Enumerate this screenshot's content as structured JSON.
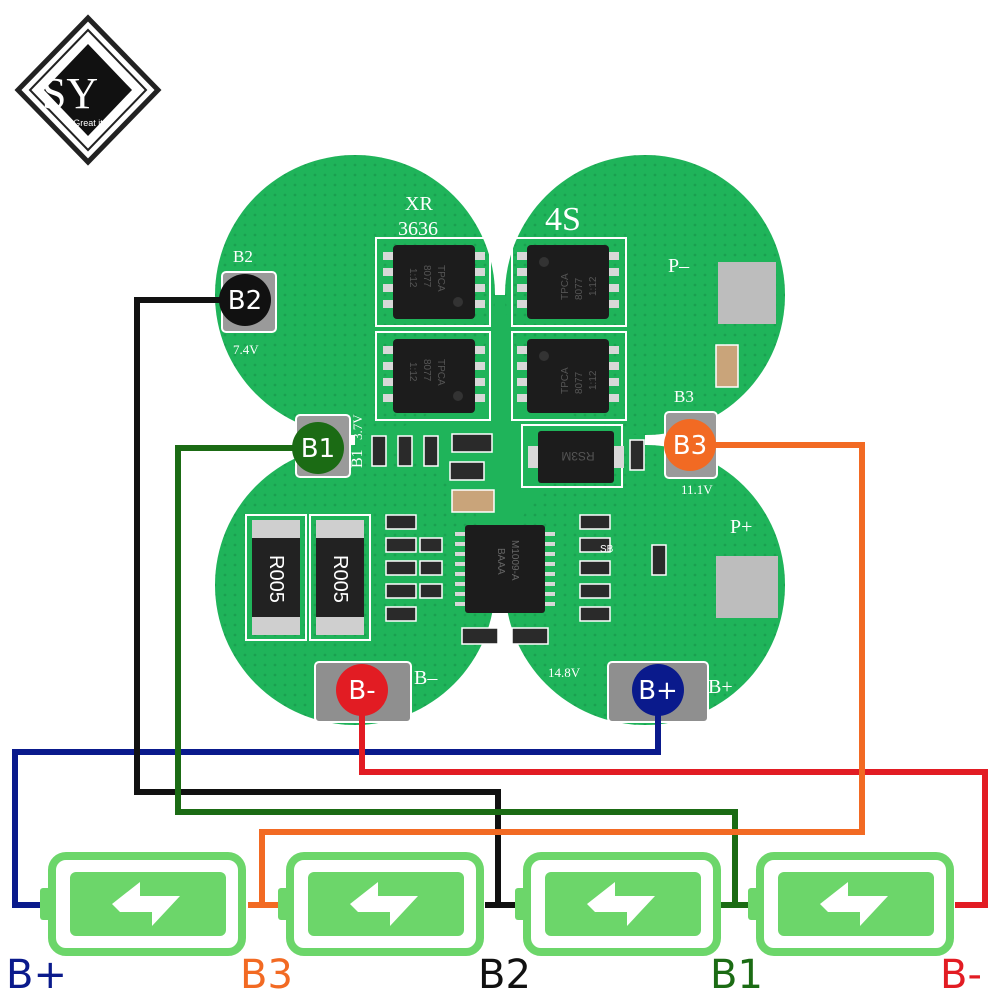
{
  "logo": {
    "letters": "SY",
    "tagline": "Great it"
  },
  "board": {
    "brand": "XR",
    "model": "3636",
    "series": "4S",
    "mosfet_marking": [
      "TPCA",
      "8077",
      "1:12"
    ],
    "diode_marking": "RS3M",
    "ic_marking": [
      "M1009-A",
      "BAAA"
    ],
    "resistor_marking": [
      "R005",
      "R005"
    ],
    "smd_marking": "SB",
    "pads": {
      "b2": "B2",
      "b2_voltage": "7.4V",
      "b1": "B1",
      "b1_voltage": "3.7V",
      "b3": "B3",
      "b3_voltage": "11.1V",
      "p_minus": "P–",
      "p_plus": "P+",
      "b_minus": "B–",
      "b_plus": "B+",
      "b_plus_voltage": "14.8V"
    }
  },
  "bubbles": {
    "b2": "B2",
    "b1": "B1",
    "b3": "B3",
    "b_minus": "B-",
    "b_plus": "B+"
  },
  "bottom_labels": {
    "b_plus": "B+",
    "b3": "B3",
    "b2": "B2",
    "b1": "B1",
    "b_minus": "B-"
  },
  "colors": {
    "pcb": "#1fb45a",
    "battery": "#6cd66a",
    "b_plus_wire": "#0a1a8c",
    "b3_wire": "#f26a23",
    "b2_wire": "#111111",
    "b1_wire": "#1b6b14",
    "b_minus_wire": "#e21c23"
  }
}
